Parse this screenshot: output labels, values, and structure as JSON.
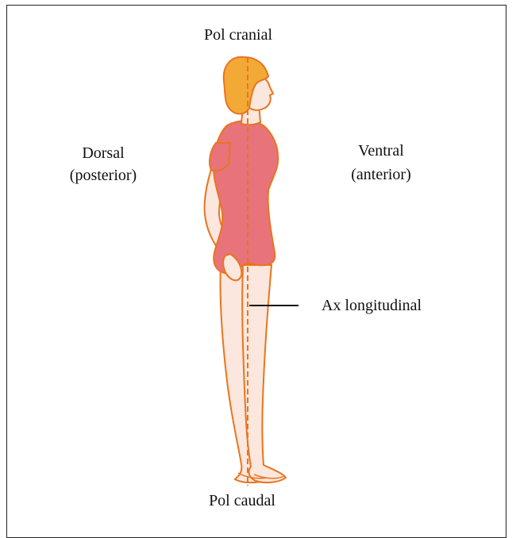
{
  "labels": {
    "top": "Pol cranial",
    "bottom": "Pol caudal",
    "left_line1": "Dorsal",
    "left_line2": "(posterior)",
    "right_line1": "Ventral",
    "right_line2": "(anterior)",
    "axis": "Ax longitudinal"
  },
  "colors": {
    "hair": "#F3A935",
    "skin": "#FBE7DD",
    "outline": "#E8751F",
    "garment": "#E8737A",
    "axis_line": "#E8751F",
    "text": "#111111"
  },
  "icons": {
    "figure": "standing-human-lateral-view"
  }
}
